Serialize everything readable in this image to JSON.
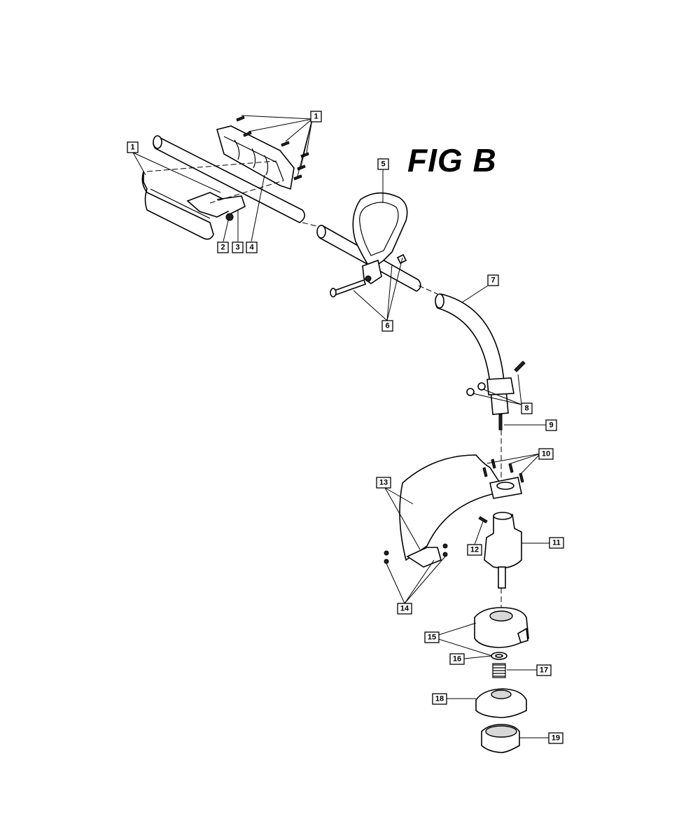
{
  "figure": {
    "title": "FIG B"
  },
  "callouts": {
    "c1a": "1",
    "c1b": "1",
    "c2": "2",
    "c3": "3",
    "c4": "4",
    "c5": "5",
    "c6": "6",
    "c7": "7",
    "c8": "8",
    "c9": "9",
    "c10": "10",
    "c11": "11",
    "c12": "12",
    "c13": "13",
    "c14": "14",
    "c15": "15",
    "c16": "16",
    "c17": "17",
    "c18": "18",
    "c19": "19"
  }
}
